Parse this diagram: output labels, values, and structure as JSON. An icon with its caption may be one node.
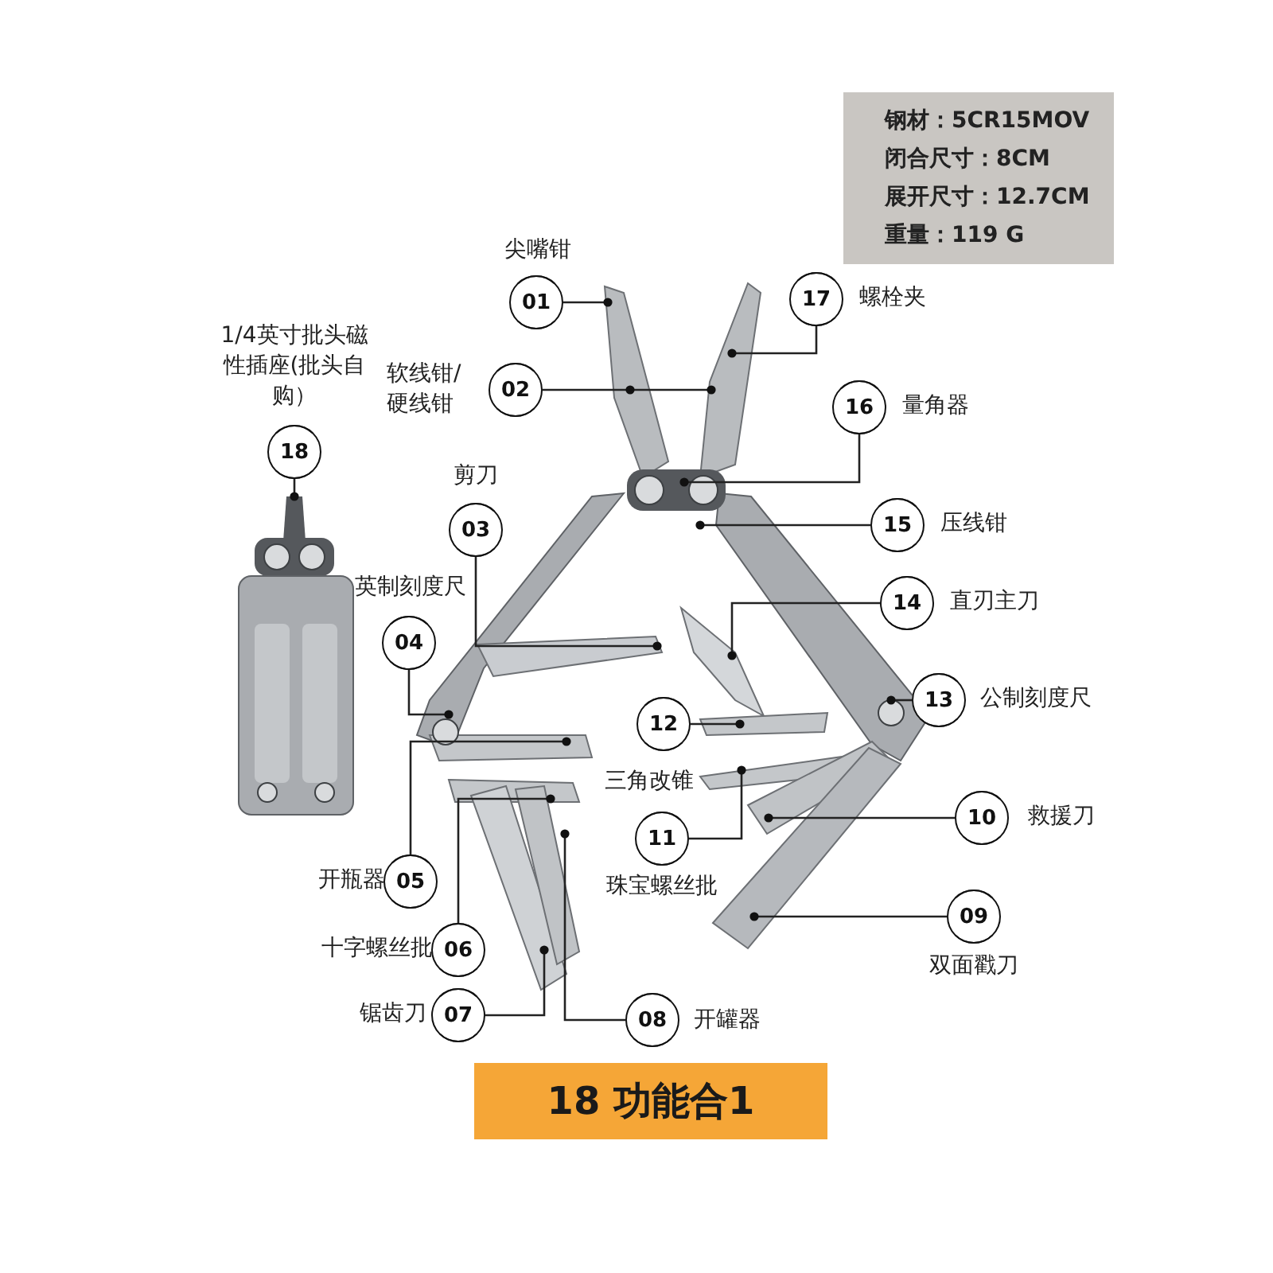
{
  "diagram": {
    "nodes": [
      {
        "text": [
          "钢材：5CR15MOV",
          "闭合尺寸：8CM",
          "展开尺寸：12.7CM",
          "重量：119 G"
        ]
      },
      {
        "text": [
          "01"
        ],
        "beside": [
          "尖嘴钳"
        ]
      },
      {
        "text": [
          "17"
        ],
        "beside": [
          "螺栓夹"
        ]
      },
      {
        "text": [
          "02"
        ],
        "beside": [
          "软线钳/硬线钳"
        ]
      },
      {
        "text": [
          "16"
        ],
        "beside": [
          "量角器"
        ]
      },
      {
        "text": [
          "18"
        ],
        "beside": [
          "1/4英寸批头磁性插座(批头自购）"
        ]
      },
      {
        "text": [
          "03"
        ],
        "beside": [
          "剪刀"
        ]
      },
      {
        "text": [
          "15"
        ],
        "beside": [
          "压线钳"
        ]
      },
      {
        "text": [
          "14"
        ],
        "beside": [
          "直刃主刀"
        ]
      },
      {
        "text": [
          "04"
        ],
        "beside": [
          "英制刻度尺"
        ]
      },
      {
        "text": [
          "13"
        ],
        "beside": [
          "公制刻度尺"
        ]
      },
      {
        "text": [
          "12"
        ],
        "beside": [
          "三角改锥"
        ]
      },
      {
        "text": [
          "10"
        ],
        "beside": [
          "救援刀"
        ]
      },
      {
        "text": [
          "11"
        ],
        "beside": [
          "珠宝螺丝批"
        ]
      },
      {
        "text": [
          "05"
        ],
        "beside": [
          "开瓶器"
        ]
      },
      {
        "text": [
          "09"
        ],
        "beside": [
          "双面戳刀"
        ]
      },
      {
        "text": [
          "06"
        ],
        "beside": [
          "十字螺丝批"
        ]
      },
      {
        "text": [
          "07"
        ],
        "beside": [
          "锯齿刀"
        ]
      },
      {
        "text": [
          "08"
        ],
        "beside": [
          "开罐器"
        ]
      },
      {
        "text": [
          "18 功能合1"
        ]
      }
    ],
    "edges": [
      {
        "from": 1,
        "to": null,
        "arrow": "other"
      },
      {
        "from": 2,
        "to": null,
        "arrow": "other"
      },
      {
        "from": 3,
        "to": null,
        "arrow": "other"
      },
      {
        "from": 4,
        "to": null,
        "arrow": "other"
      },
      {
        "from": 5,
        "to": null,
        "arrow": "other"
      },
      {
        "from": 6,
        "to": null,
        "arrow": "other"
      },
      {
        "from": 7,
        "to": null,
        "arrow": "other"
      },
      {
        "from": 8,
        "to": null,
        "arrow": "other"
      },
      {
        "from": 9,
        "to": null,
        "arrow": "other"
      },
      {
        "from": 10,
        "to": null,
        "arrow": "other"
      },
      {
        "from": 11,
        "to": null,
        "arrow": "other"
      },
      {
        "from": 12,
        "to": null,
        "arrow": "other"
      },
      {
        "from": 13,
        "to": null,
        "arrow": "other"
      },
      {
        "from": 14,
        "to": null,
        "arrow": "other"
      },
      {
        "from": 15,
        "to": null,
        "arrow": "other"
      },
      {
        "from": 16,
        "to": null,
        "arrow": "other"
      },
      {
        "from": 17,
        "to": null,
        "arrow": "other"
      },
      {
        "from": 18,
        "to": null,
        "arrow": "other"
      }
    ]
  }
}
